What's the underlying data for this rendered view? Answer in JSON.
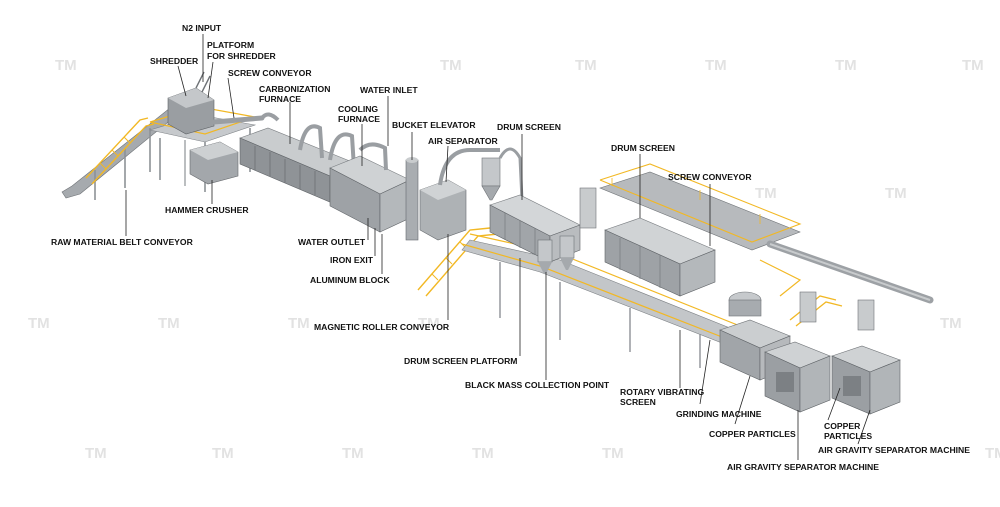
{
  "watermark": "TM",
  "labels": {
    "n2_input": "N2 INPUT",
    "platform_shredder_1": "PLATFORM",
    "platform_shredder_2": "FOR SHREDDER",
    "shredder": "SHREDDER",
    "screw_conveyor_1": "SCREW CONVEYOR",
    "carbonization_1": "CARBONIZATION",
    "carbonization_2": "FURNACE",
    "water_inlet": "WATER INLET",
    "cooling_1": "COOLING",
    "cooling_2": "FURNACE",
    "bucket_elevator": "BUCKET ELEVATOR",
    "air_separator": "AIR SEPARATOR",
    "drum_screen_1": "DRUM SCREEN",
    "drum_screen_2": "DRUM SCREEN",
    "screw_conveyor_2": "SCREW CONVEYOR",
    "hammer_crusher": "HAMMER CRUSHER",
    "raw_belt": "RAW MATERIAL BELT CONVEYOR",
    "water_outlet": "WATER  OUTLET",
    "iron_exit": "IRON EXIT",
    "aluminum_block": "ALUMINUM BLOCK",
    "magnetic_roller": "MAGNETIC ROLLER CONVEYOR",
    "drum_platform": "DRUM SCREEN PLATFORM",
    "black_mass": "BLACK MASS COLLECTION POINT",
    "rotary_1": "ROTARY VIBRATING",
    "rotary_2": "SCREEN",
    "grinding": "GRINDING MACHINE",
    "copper_1": "COPPER PARTICLES",
    "copper_2a": "COPPER",
    "copper_2b": "PARTICLES",
    "air_gravity_1": "AIR GRAVITY SEPARATOR MACHINE",
    "air_gravity_2": "AIR GRAVITY SEPARATOR MACHINE"
  },
  "colors": {
    "steel": "#b9bcbf",
    "steel_dark": "#8e9296",
    "steel_light": "#d9dbdd",
    "railing": "#f2b824",
    "label": "#111111",
    "watermark": "#e2e2e2"
  }
}
